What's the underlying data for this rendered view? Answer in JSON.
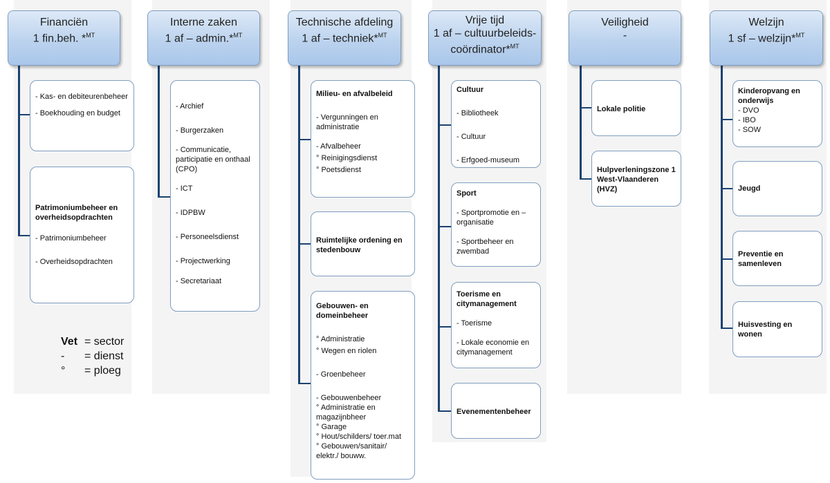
{
  "columns": [
    {
      "line1": "Financiën",
      "line2": "1 fin.beh. *",
      "sup": "MT"
    },
    {
      "line1": "Interne zaken",
      "line2": "1 af – admin.*",
      "sup": "MT"
    },
    {
      "line1": "Technische afdeling",
      "line2": "1 af – techniek*",
      "sup": "MT"
    },
    {
      "line1": "Vrije tijd",
      "line2": "1 af – cultuurbeleids-",
      "line3": "coördinator*",
      "sup": "MT"
    },
    {
      "line1": "Veiligheid",
      "line2": "-"
    },
    {
      "line1": "Welzijn",
      "line2": "1 sf – welzijn*",
      "sup": "MT"
    }
  ],
  "boxes": {
    "fin1": {
      "items": [
        "- Kas- en debiteurenbeheer",
        "- Boekhouding en budget"
      ]
    },
    "fin2": {
      "title": "Patrimoniumbeheer en overheidsopdrachten",
      "items": [
        "- Patrimoniumbeheer",
        "- Overheidsopdrachten"
      ]
    },
    "int1": {
      "items": [
        "- Archief",
        "- Burgerzaken",
        "- Communicatie, participatie en onthaal (CPO)",
        "- ICT",
        "- IDPBW",
        "- Personeelsdienst",
        "- Projectwerking",
        "- Secretariaat"
      ]
    },
    "tech1": {
      "title": "Milieu- en afvalbeleid",
      "items": [
        "- Vergunningen en administratie",
        "- Afvalbeheer",
        "° Reinigingsdienst",
        "° Poetsdienst"
      ]
    },
    "tech2": {
      "title": "Ruimtelijke ordening en stedenbouw"
    },
    "tech3": {
      "title": "Gebouwen- en domeinbeheer",
      "items": [
        "° Administratie",
        "° Wegen en riolen",
        "- Groenbeheer",
        "- Gebouwenbeheer",
        "° Administratie en magazijnbheer",
        "° Garage",
        "° Hout/schilders/ toer.mat",
        "° Gebouwen/sanitair/ elektr./ bouww."
      ]
    },
    "vt1": {
      "title": "Cultuur",
      "items": [
        "- Bibliotheek",
        "- Cultuur",
        "- Erfgoed-museum"
      ]
    },
    "vt2": {
      "title": "Sport",
      "items": [
        "- Sportpromotie en – organisatie",
        "- Sportbeheer en zwembad"
      ]
    },
    "vt3": {
      "title": "Toerisme en citymanagement",
      "items": [
        "- Toerisme",
        "- Lokale economie en citymanagement"
      ]
    },
    "vt4": {
      "title": "Evenementenbeheer"
    },
    "vei1": {
      "title": "Lokale politie"
    },
    "vei2": {
      "title": "Hulpverleningszone 1 West-Vlaanderen (HVZ)"
    },
    "wel1": {
      "title": "Kinderopvang en onderwijs",
      "items": [
        "- DVO",
        "- IBO",
        "- SOW"
      ]
    },
    "wel2": {
      "title": "Jeugd"
    },
    "wel3": {
      "title": "Preventie en samenleven"
    },
    "wel4": {
      "title": "Huisvesting en wonen"
    }
  },
  "legend": [
    {
      "symbol": "Vet",
      "text": "= sector"
    },
    {
      "symbol": "-",
      "text": "= dienst"
    },
    {
      "symbol": "°",
      "text": "= ploeg"
    }
  ]
}
